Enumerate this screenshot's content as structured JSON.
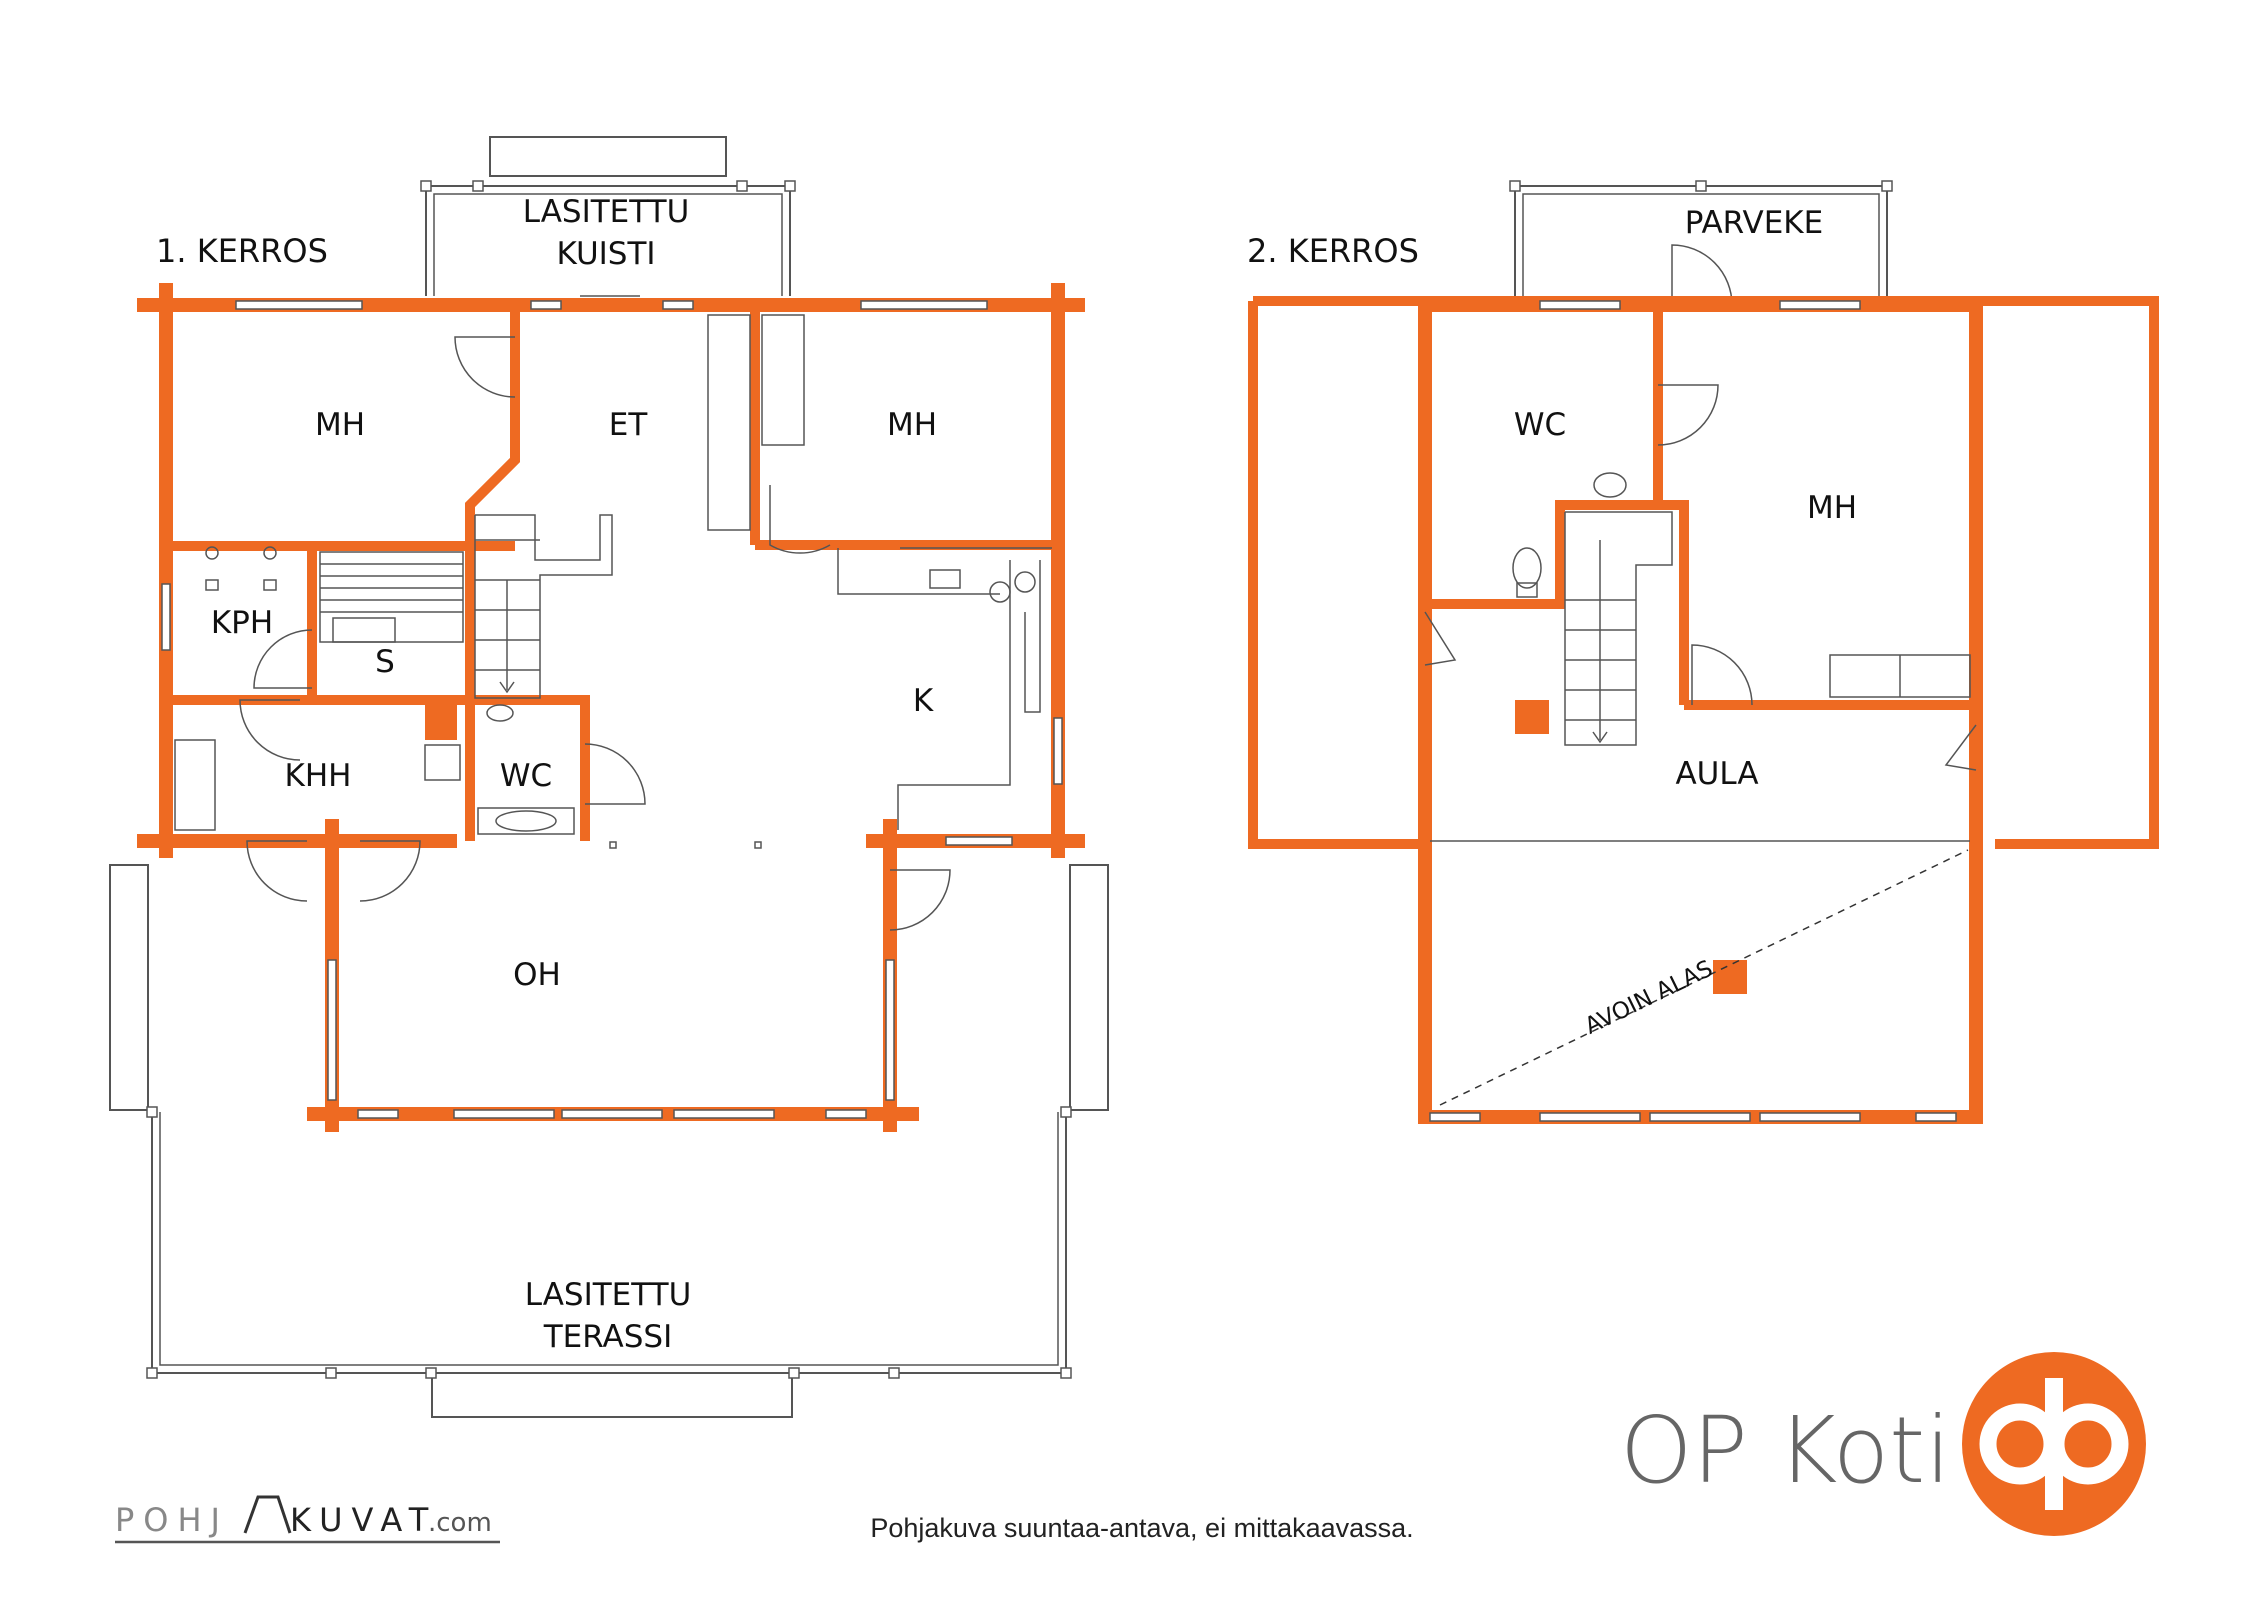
{
  "floors": {
    "first": "1. KERROS",
    "second": "2. KERROS"
  },
  "rooms_first": {
    "lasitettu_kuisti_1": "LASITETTU",
    "lasitettu_kuisti_2": "KUISTI",
    "mh_left": "MH",
    "et": "ET",
    "mh_right": "MH",
    "kph": "KPH",
    "s": "S",
    "k": "K",
    "khh": "KHH",
    "wc": "WC",
    "oh": "OH",
    "terassi_1": "LASITETTU",
    "terassi_2": "TERASSI"
  },
  "rooms_second": {
    "parveke": "PARVEKE",
    "wc": "WC",
    "mh": "MH",
    "aula": "AULA",
    "avoin_alas": "AVOIN ALAS"
  },
  "footer": {
    "note": "Pohjakuva suuntaa-antava, ei mittakaavassa.",
    "pohjakuvat_a": "POHJ",
    "pohjakuvat_b": "KUVAT",
    "pohjakuvat_c": ".com"
  },
  "brand": {
    "name": "OP Koti",
    "logo_letters": "op"
  },
  "colors": {
    "accent": "#ee6a22",
    "text": "#111111",
    "brand_grey": "#666666"
  }
}
